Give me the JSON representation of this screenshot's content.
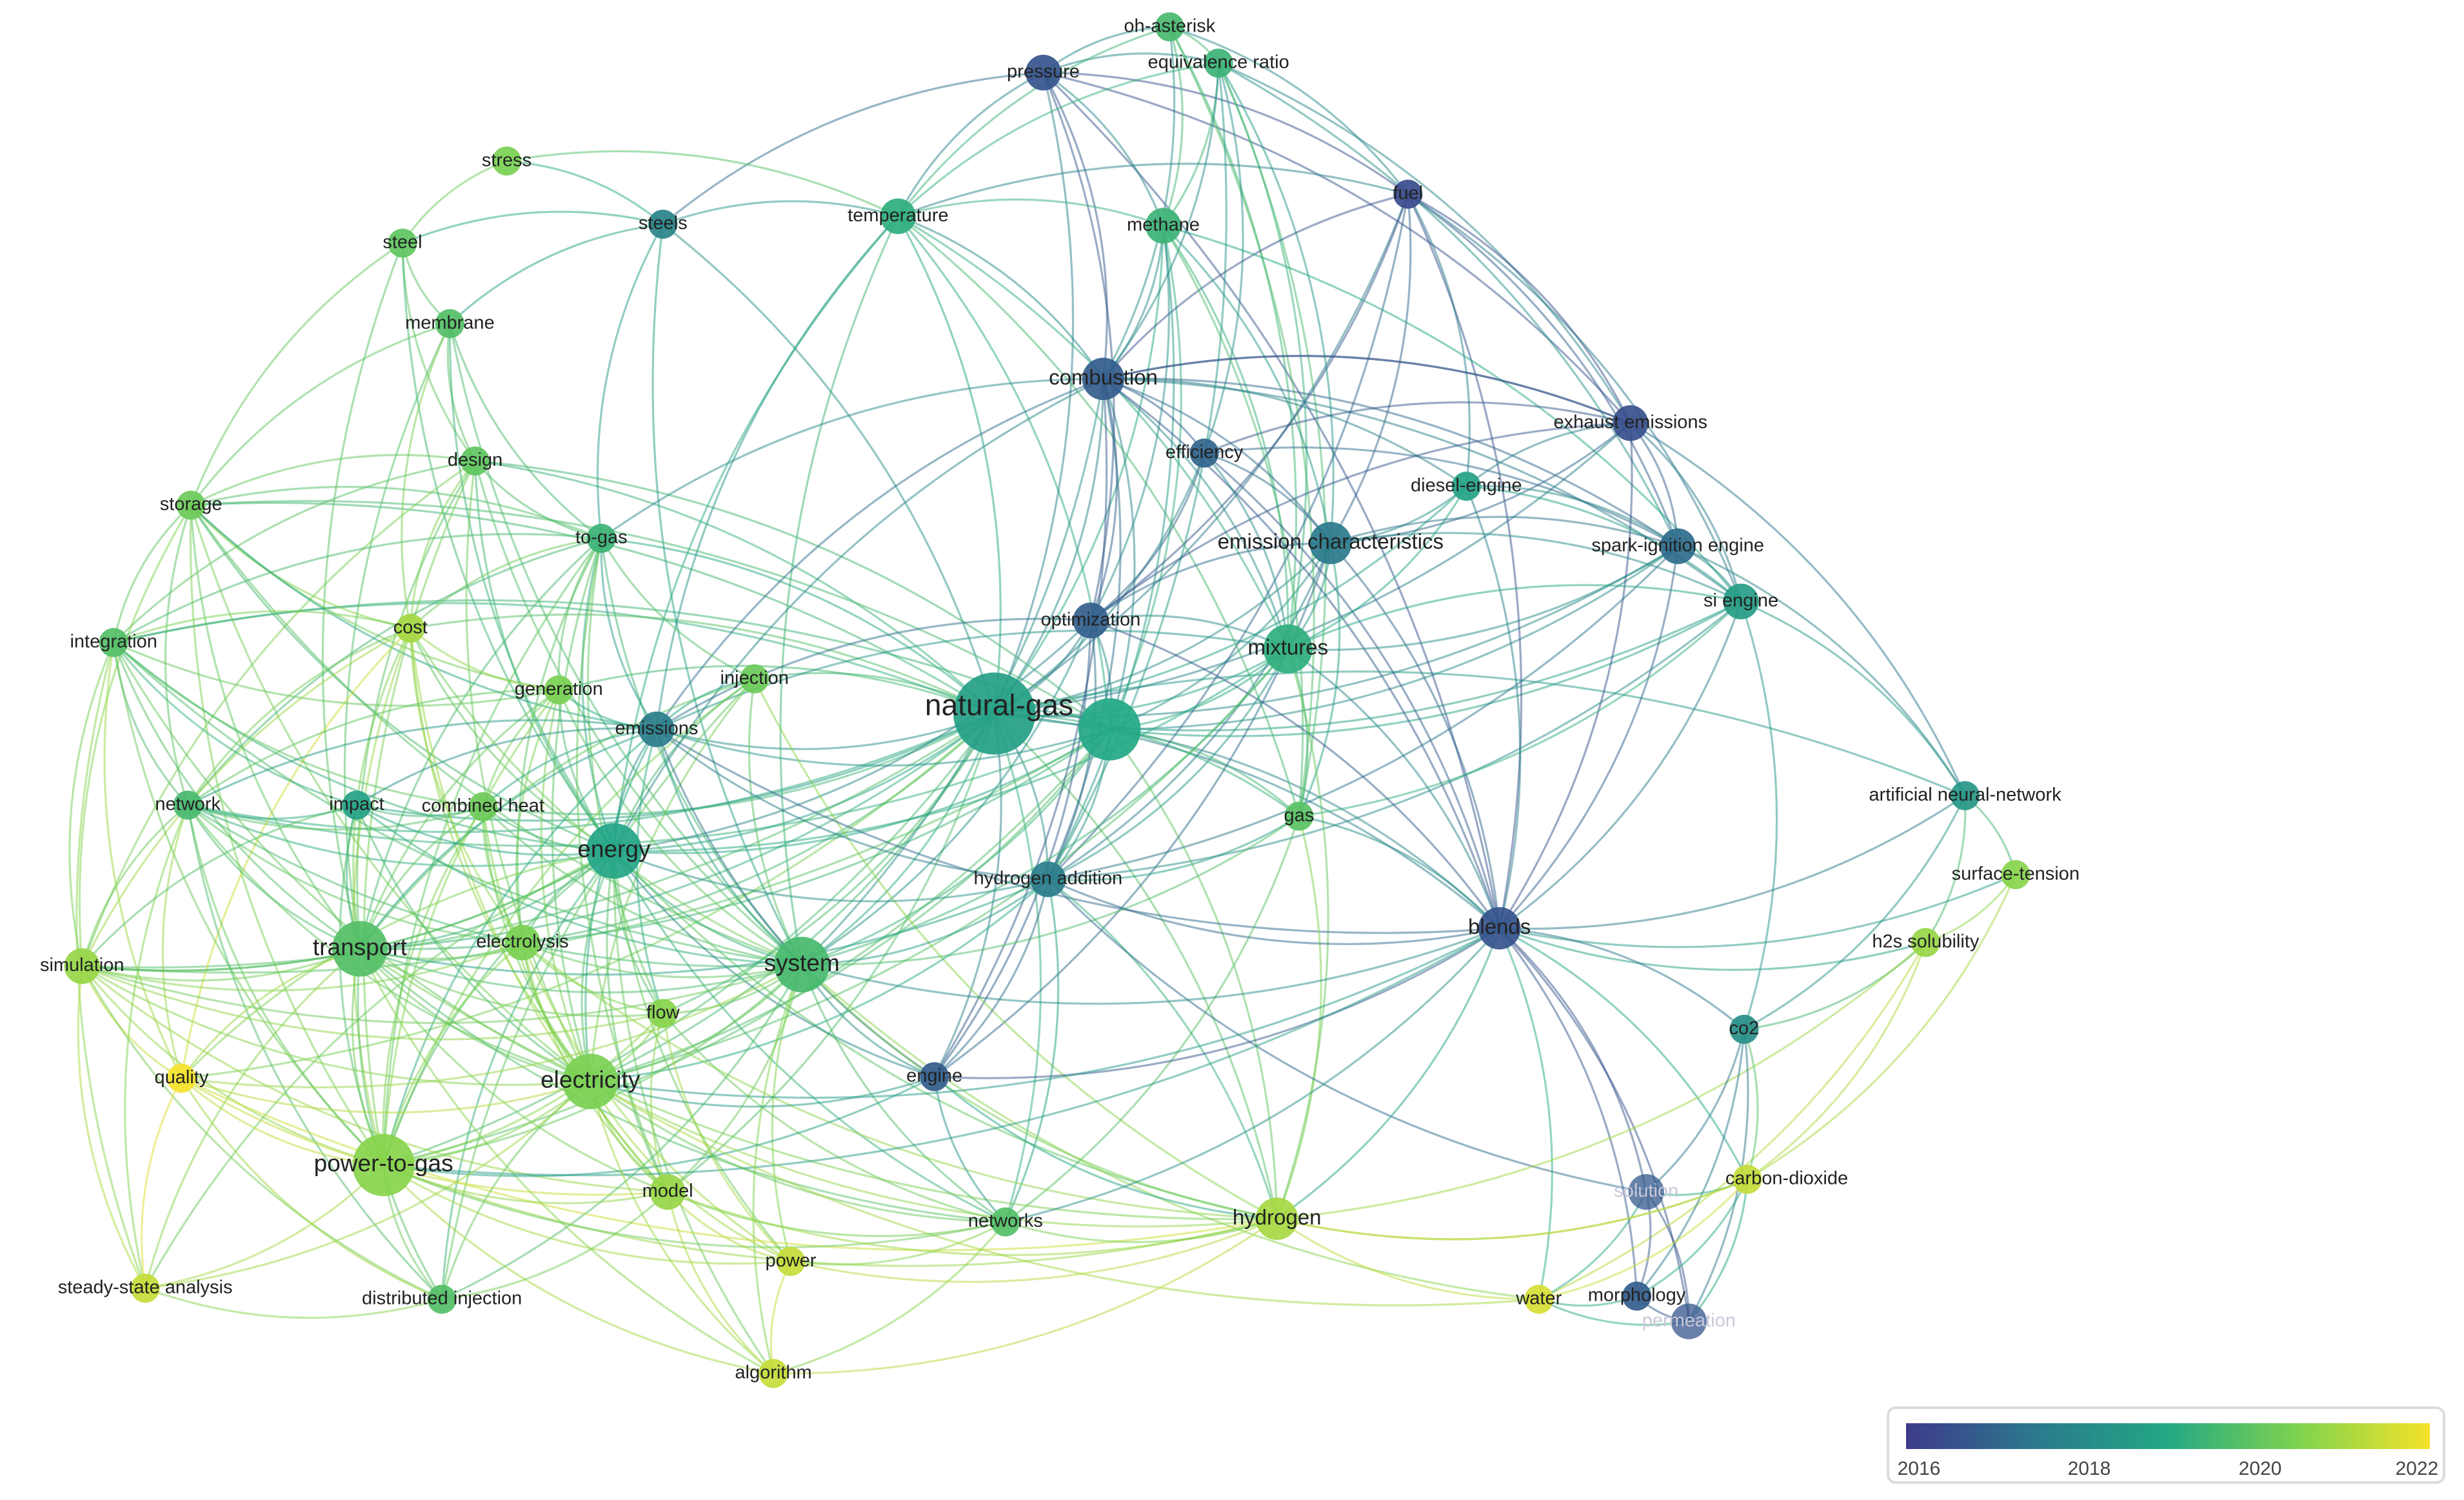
{
  "legend": {
    "ticks": [
      "2016",
      "2018",
      "2020",
      "2022"
    ],
    "gradient_colors": [
      "#3d3a8c",
      "#2a7a8c",
      "#23a884",
      "#7fd34e",
      "#f5e22a"
    ]
  },
  "nodes": [
    {
      "id": "natural-gas",
      "label": "natural-gas",
      "year": 2018.7,
      "weight": 10
    },
    {
      "id": "hub",
      "label": "",
      "year": 2019.0,
      "weight": 7
    },
    {
      "id": "oh-asterisk",
      "label": "oh-asterisk",
      "year": 2019.6,
      "weight": 2
    },
    {
      "id": "equivalence-ratio",
      "label": "equivalence ratio",
      "year": 2019.4,
      "weight": 2
    },
    {
      "id": "pressure",
      "label": "pressure",
      "year": 2016.6,
      "weight": 3
    },
    {
      "id": "fuel",
      "label": "fuel",
      "year": 2016.4,
      "weight": 2
    },
    {
      "id": "stress",
      "label": "stress",
      "year": 2020.4,
      "weight": 2
    },
    {
      "id": "steels",
      "label": "steels",
      "year": 2017.8,
      "weight": 2
    },
    {
      "id": "temperature",
      "label": "temperature",
      "year": 2019.2,
      "weight": 3
    },
    {
      "id": "methane",
      "label": "methane",
      "year": 2019.4,
      "weight": 3
    },
    {
      "id": "steel",
      "label": "steel",
      "year": 2020.0,
      "weight": 2
    },
    {
      "id": "membrane",
      "label": "membrane",
      "year": 2019.8,
      "weight": 2
    },
    {
      "id": "combustion",
      "label": "combustion",
      "year": 2016.8,
      "weight": 4
    },
    {
      "id": "exhaust-emissions",
      "label": "exhaust emissions",
      "year": 2016.5,
      "weight": 3
    },
    {
      "id": "efficiency",
      "label": "efficiency",
      "year": 2017.0,
      "weight": 2
    },
    {
      "id": "design",
      "label": "design",
      "year": 2020.0,
      "weight": 2
    },
    {
      "id": "diesel-engine",
      "label": "diesel-engine",
      "year": 2018.8,
      "weight": 2
    },
    {
      "id": "storage",
      "label": "storage",
      "year": 2020.2,
      "weight": 2
    },
    {
      "id": "to-gas",
      "label": "to-gas",
      "year": 2019.4,
      "weight": 2
    },
    {
      "id": "emission-characteristics",
      "label": "emission characteristics",
      "year": 2017.5,
      "weight": 4
    },
    {
      "id": "spark-ignition-engine",
      "label": "spark-ignition engine",
      "year": 2017.2,
      "weight": 3
    },
    {
      "id": "optimization",
      "label": "optimization",
      "year": 2016.9,
      "weight": 3
    },
    {
      "id": "si-engine",
      "label": "si engine",
      "year": 2018.6,
      "weight": 3
    },
    {
      "id": "mixtures",
      "label": "mixtures",
      "year": 2019.2,
      "weight": 5
    },
    {
      "id": "cost",
      "label": "cost",
      "year": 2021.0,
      "weight": 2
    },
    {
      "id": "integration",
      "label": "integration",
      "year": 2019.8,
      "weight": 2
    },
    {
      "id": "injection",
      "label": "injection",
      "year": 2020.2,
      "weight": 2
    },
    {
      "id": "generation",
      "label": "generation",
      "year": 2020.4,
      "weight": 2
    },
    {
      "id": "emissions",
      "label": "emissions",
      "year": 2017.6,
      "weight": 3
    },
    {
      "id": "network",
      "label": "network",
      "year": 2019.6,
      "weight": 2
    },
    {
      "id": "impact",
      "label": "impact",
      "year": 2018.8,
      "weight": 2
    },
    {
      "id": "combined-heat",
      "label": "combined heat",
      "year": 2020.2,
      "weight": 2
    },
    {
      "id": "energy",
      "label": "energy",
      "year": 2018.9,
      "weight": 6
    },
    {
      "id": "gas",
      "label": "gas",
      "year": 2019.9,
      "weight": 2
    },
    {
      "id": "artificial-neural-network",
      "label": "artificial neural-network",
      "year": 2018.4,
      "weight": 2
    },
    {
      "id": "hydrogen-addition",
      "label": "hydrogen addition",
      "year": 2017.6,
      "weight": 3
    },
    {
      "id": "surface-tension",
      "label": "surface-tension",
      "year": 2020.6,
      "weight": 2
    },
    {
      "id": "simulation",
      "label": "simulation",
      "year": 2020.8,
      "weight": 3
    },
    {
      "id": "transport",
      "label": "transport",
      "year": 2019.8,
      "weight": 6
    },
    {
      "id": "electrolysis",
      "label": "electrolysis",
      "year": 2020.4,
      "weight": 3
    },
    {
      "id": "system",
      "label": "system",
      "year": 2019.6,
      "weight": 6
    },
    {
      "id": "blends",
      "label": "blends",
      "year": 2016.6,
      "weight": 4
    },
    {
      "id": "h2s-solubility",
      "label": "h2s solubility",
      "year": 2020.8,
      "weight": 2
    },
    {
      "id": "flow",
      "label": "flow",
      "year": 2020.6,
      "weight": 2
    },
    {
      "id": "co2",
      "label": "co2",
      "year": 2018.2,
      "weight": 2
    },
    {
      "id": "quality",
      "label": "quality",
      "year": 2022.0,
      "weight": 2
    },
    {
      "id": "engine",
      "label": "engine",
      "year": 2016.8,
      "weight": 2
    },
    {
      "id": "electricity",
      "label": "electricity",
      "year": 2020.4,
      "weight": 6
    },
    {
      "id": "power-to-gas",
      "label": "power-to-gas",
      "year": 2020.6,
      "weight": 7
    },
    {
      "id": "model",
      "label": "model",
      "year": 2020.8,
      "weight": 3
    },
    {
      "id": "solution",
      "label": "solution",
      "year": 2016.7,
      "weight": 3
    },
    {
      "id": "carbon-dioxide",
      "label": "carbon-dioxide",
      "year": 2021.4,
      "weight": 2
    },
    {
      "id": "networks",
      "label": "networks",
      "year": 2019.8,
      "weight": 2
    },
    {
      "id": "hydrogen",
      "label": "hydrogen",
      "year": 2021.0,
      "weight": 4
    },
    {
      "id": "power",
      "label": "power",
      "year": 2021.4,
      "weight": 2
    },
    {
      "id": "steady-state-analysis",
      "label": "steady-state analysis",
      "year": 2021.4,
      "weight": 2
    },
    {
      "id": "distributed-injection",
      "label": "distributed injection",
      "year": 2019.8,
      "weight": 2
    },
    {
      "id": "water",
      "label": "water",
      "year": 2021.6,
      "weight": 2
    },
    {
      "id": "morphology",
      "label": "morphology",
      "year": 2016.8,
      "weight": 2
    },
    {
      "id": "permeation",
      "label": "permeation",
      "year": 2016.6,
      "weight": 3
    },
    {
      "id": "algorithm",
      "label": "algorithm",
      "year": 2021.4,
      "weight": 2
    }
  ]
}
